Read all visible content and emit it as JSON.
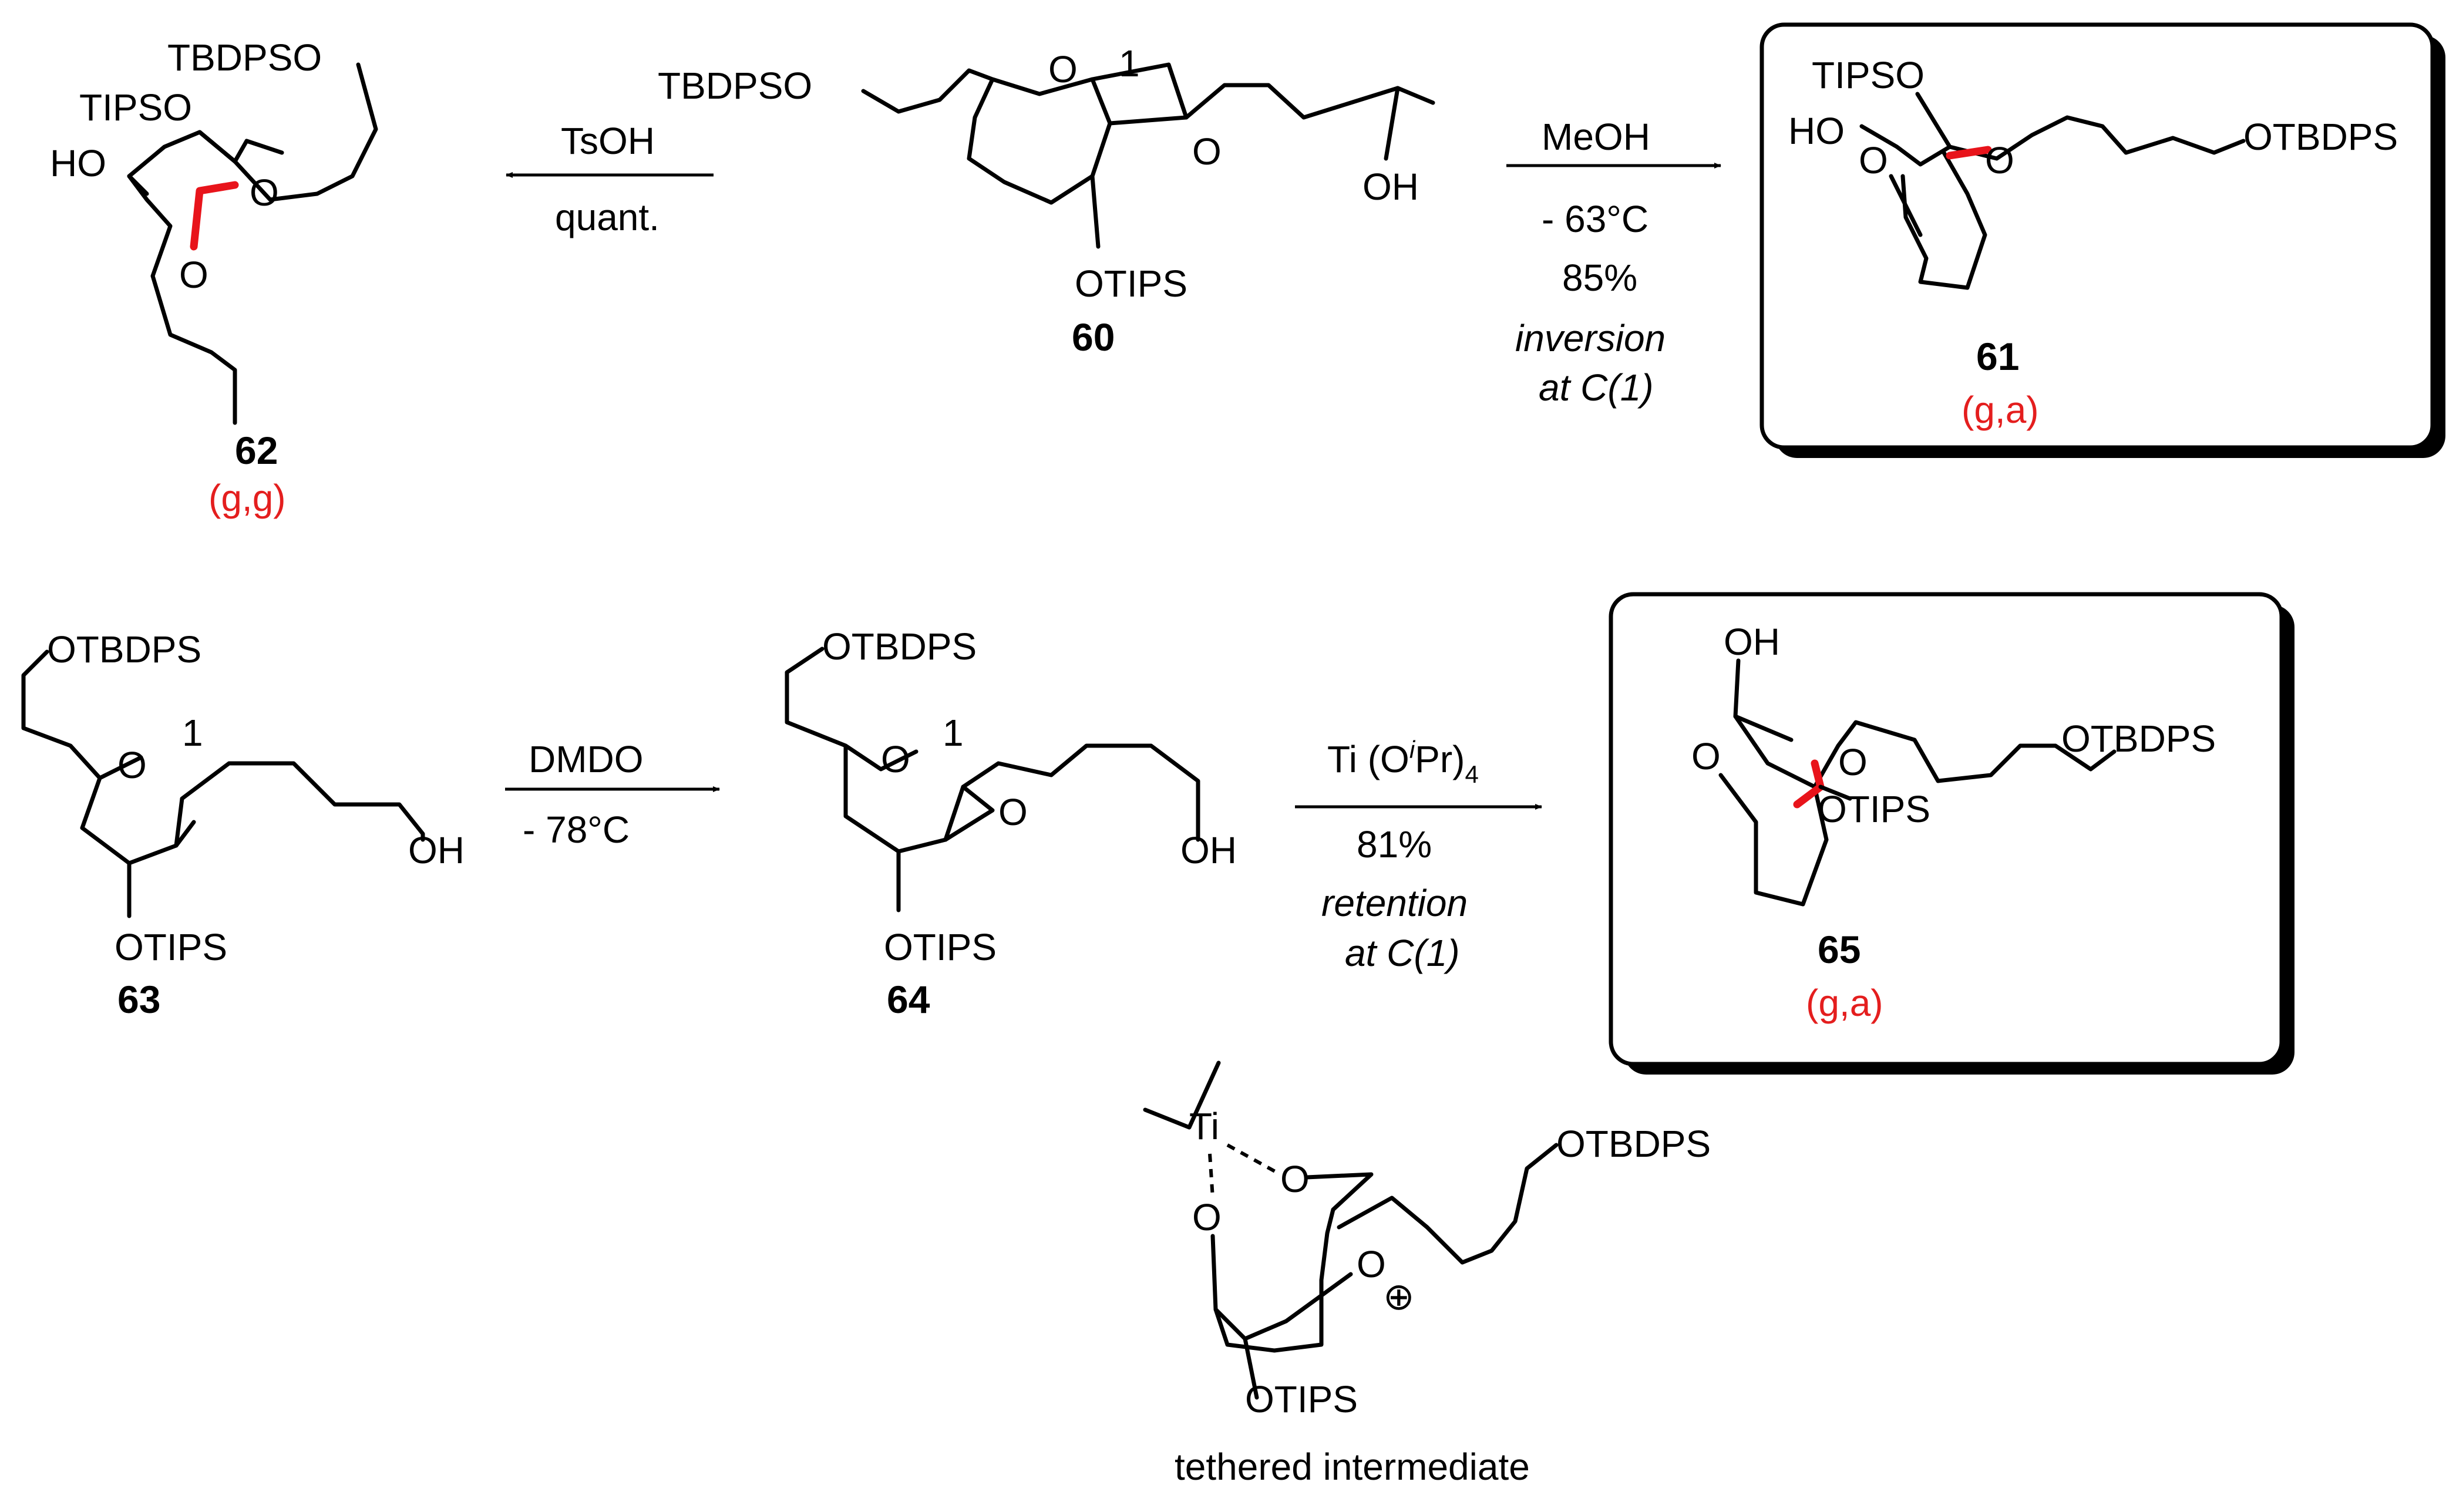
{
  "compounds": {
    "c60": {
      "number": "60",
      "groups": [
        "TBDPSO",
        "O",
        "1",
        "O",
        "OH",
        "OTIPS"
      ]
    },
    "c62": {
      "number": "62",
      "config": "(g,g)",
      "groups": [
        "TBDPSO",
        "TIPSO",
        "HO",
        "O",
        "O"
      ]
    },
    "c61": {
      "number": "61",
      "config": "(g,a)",
      "groups": [
        "TIPSO",
        "HO",
        "O",
        "O",
        "OTBDPS"
      ]
    },
    "c63": {
      "number": "63",
      "groups": [
        "OTBDPS",
        "O",
        "1",
        "OH",
        "OTIPS"
      ]
    },
    "c64": {
      "number": "64",
      "groups": [
        "OTBDPS",
        "O",
        "1",
        "O",
        "OH",
        "OTIPS"
      ]
    },
    "c65": {
      "number": "65",
      "config": "(g,a)",
      "groups": [
        "OH",
        "O",
        "O",
        "OTIPS",
        "OTBDPS"
      ]
    },
    "intermediate": {
      "caption": "tethered intermediate",
      "groups": [
        "Ti",
        "O",
        "O",
        "O",
        "⊕",
        "OTBDPS",
        "OTIPS"
      ]
    }
  },
  "reactions": {
    "r1": {
      "reagent": "TsOH",
      "yield": "quant."
    },
    "r2": {
      "reagent": "MeOH",
      "temperature": "- 63°C",
      "yield": "85%",
      "note1": "inversion",
      "note2": "at C(1)"
    },
    "r3": {
      "reagent": "DMDO",
      "temperature": "- 78°C"
    },
    "r4": {
      "reagent_main": "Ti (O",
      "reagent_sup": "i",
      "reagent_tail": "Pr)",
      "reagent_sub": "4",
      "yield": "81%",
      "note1": "retention",
      "note2": "at C(1)"
    }
  }
}
